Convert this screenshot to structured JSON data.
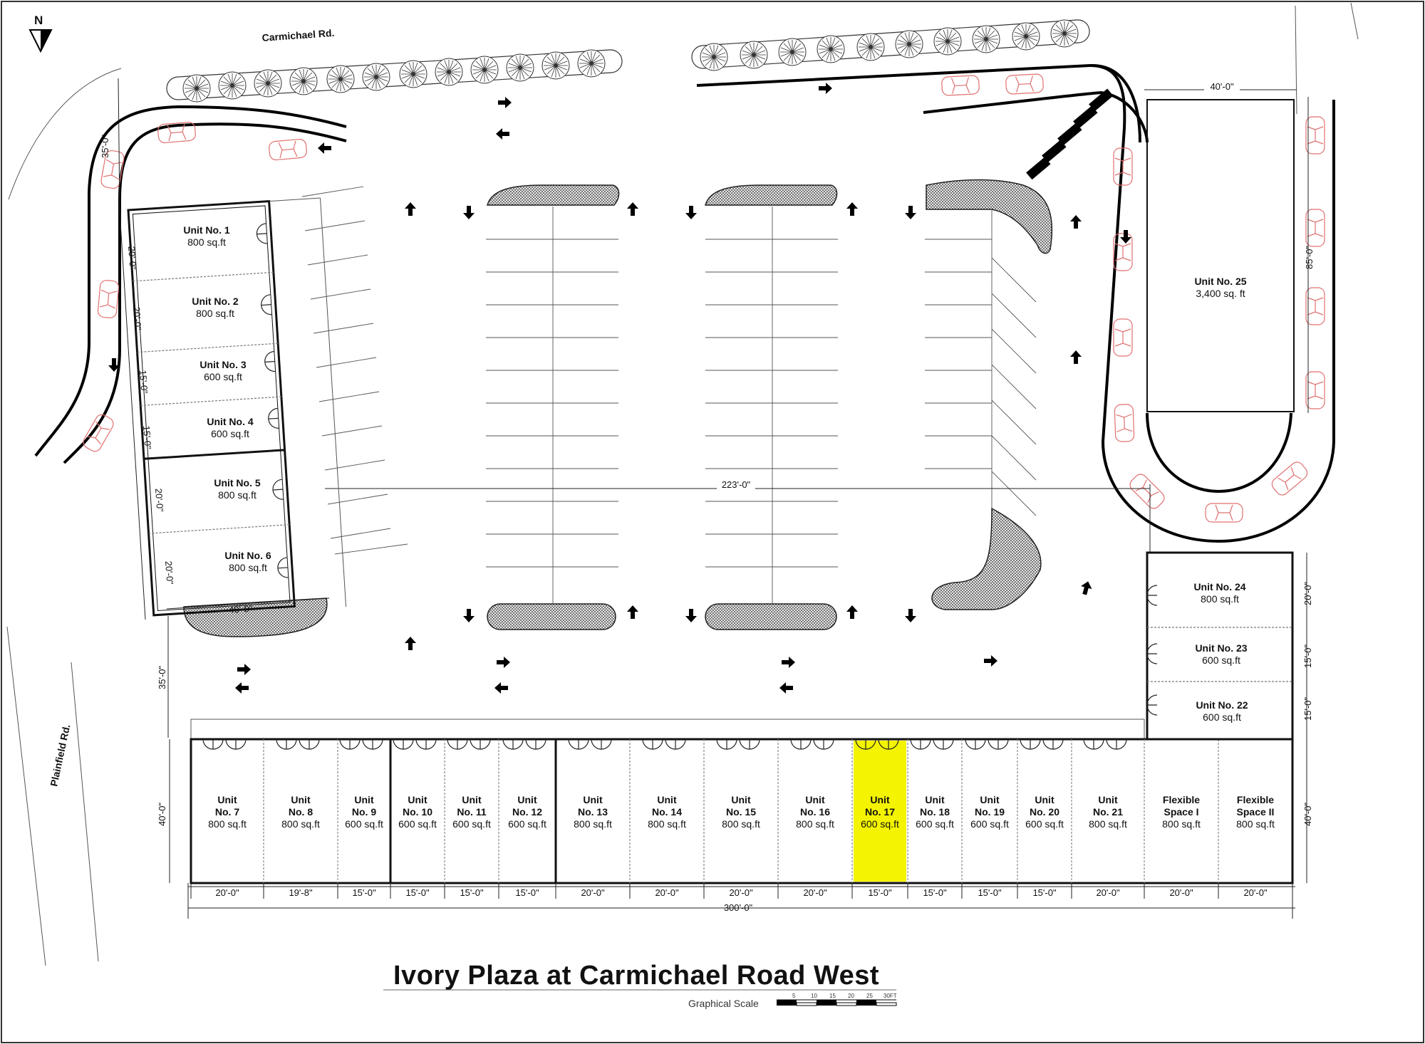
{
  "north_label": "N",
  "roads": {
    "north": "Carmichael Rd.",
    "west": "Plainfield Rd."
  },
  "title": "Ivory Plaza at Carmichael Road West",
  "scale": {
    "label": "Graphical Scale",
    "ticks": [
      "5",
      "10",
      "15",
      "20",
      "25",
      "30FT"
    ]
  },
  "highlight_color": "#f4f400",
  "units_west": [
    {
      "name": "Unit No. 1",
      "area": "800 sq.ft",
      "dim": "20'-0\""
    },
    {
      "name": "Unit No. 2",
      "area": "800 sq.ft",
      "dim": "20'-0\""
    },
    {
      "name": "Unit No. 3",
      "area": "600 sq.ft",
      "dim": "15'-0\""
    },
    {
      "name": "Unit No. 4",
      "area": "600 sq.ft",
      "dim": "15'-0\""
    },
    {
      "name": "Unit No. 5",
      "area": "800 sq.ft",
      "dim": "20'-0\""
    },
    {
      "name": "Unit No. 6",
      "area": "800 sq.ft",
      "dim": "20'-0\""
    }
  ],
  "west_building_depth": "40'-0\"",
  "units_south": [
    {
      "l1": "Unit",
      "l2": "No. 7",
      "area": "800 sq.ft",
      "dim": "20'-0\""
    },
    {
      "l1": "Unit",
      "l2": "No. 8",
      "area": "800 sq.ft",
      "dim": "19'-8\""
    },
    {
      "l1": "Unit",
      "l2": "No. 9",
      "area": "600 sq.ft",
      "dim": "15'-0\""
    },
    {
      "l1": "Unit",
      "l2": "No. 10",
      "area": "600 sq.ft",
      "dim": "15'-0\""
    },
    {
      "l1": "Unit",
      "l2": "No. 11",
      "area": "600 sq.ft",
      "dim": "15'-0\""
    },
    {
      "l1": "Unit",
      "l2": "No. 12",
      "area": "600 sq.ft",
      "dim": "15'-0\""
    },
    {
      "l1": "Unit",
      "l2": "No. 13",
      "area": "800 sq.ft",
      "dim": "20'-0\""
    },
    {
      "l1": "Unit",
      "l2": "No. 14",
      "area": "800 sq.ft",
      "dim": "20'-0\""
    },
    {
      "l1": "Unit",
      "l2": "No. 15",
      "area": "800 sq.ft",
      "dim": "20'-0\""
    },
    {
      "l1": "Unit",
      "l2": "No. 16",
      "area": "800 sq.ft",
      "dim": "20'-0\""
    },
    {
      "l1": "Unit",
      "l2": "No. 17",
      "area": "600 sq.ft",
      "dim": "15'-0\"",
      "highlight": true
    },
    {
      "l1": "Unit",
      "l2": "No. 18",
      "area": "600 sq.ft",
      "dim": "15'-0\""
    },
    {
      "l1": "Unit",
      "l2": "No. 19",
      "area": "600 sq.ft",
      "dim": "15'-0\""
    },
    {
      "l1": "Unit",
      "l2": "No. 20",
      "area": "600 sq.ft",
      "dim": "15'-0\""
    },
    {
      "l1": "Unit",
      "l2": "No. 21",
      "area": "800 sq.ft",
      "dim": "20'-0\""
    },
    {
      "l1": "Flexible",
      "l2": "Space I",
      "area": "800 sq.ft",
      "dim": "20'-0\""
    },
    {
      "l1": "Flexible",
      "l2": "Space II",
      "area": "800 sq.ft",
      "dim": "20'-0\""
    }
  ],
  "south_total": "300'-0\"",
  "south_depth": "40'-0\"",
  "drive_aisle": "35'-0\"",
  "units_east": [
    {
      "name": "Unit No. 24",
      "area": "800 sq.ft",
      "dim": "20'-0\""
    },
    {
      "name": "Unit No. 23",
      "area": "600 sq.ft",
      "dim": "15'-0\""
    },
    {
      "name": "Unit No. 22",
      "area": "600 sq.ft",
      "dim": "15'-0\""
    }
  ],
  "unit_25": {
    "name": "Unit No. 25",
    "area": "3,400 sq. ft",
    "width": "40'-0\"",
    "depth": "85'-0\""
  },
  "west_setback": "35'-0\"",
  "lot_span": "223'-0\""
}
